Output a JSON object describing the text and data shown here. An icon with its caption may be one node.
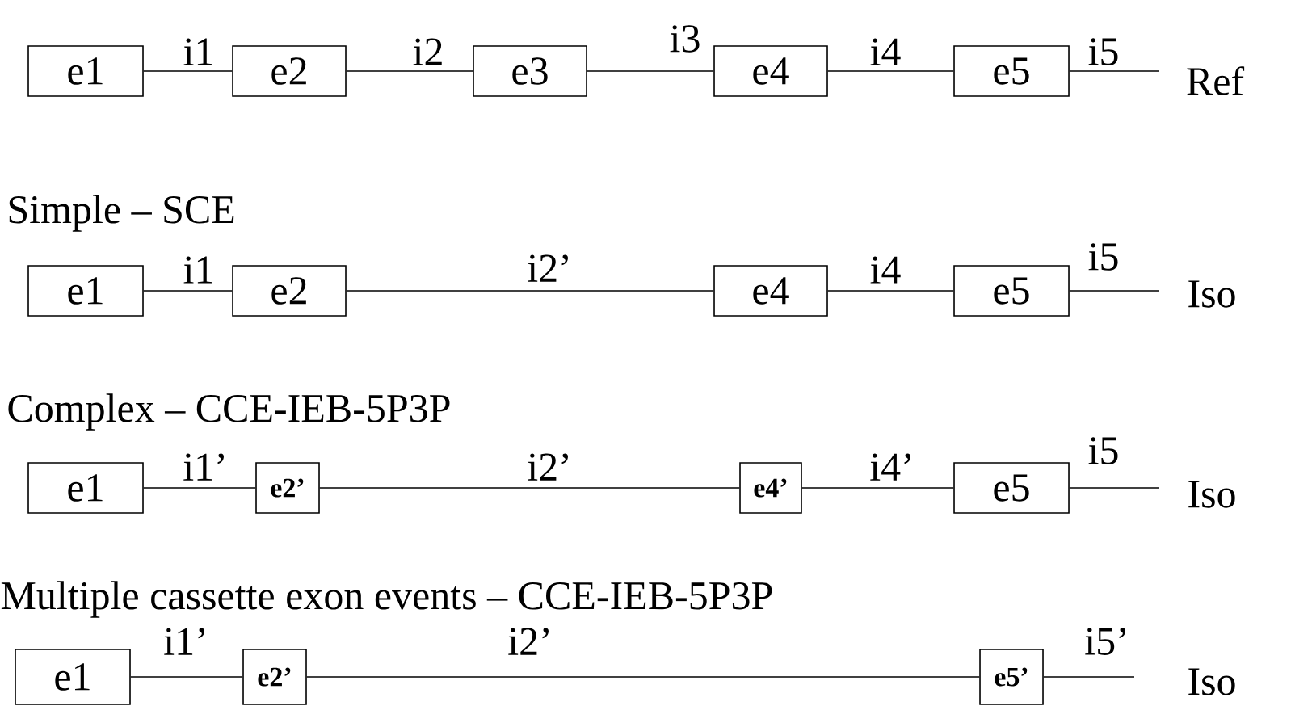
{
  "diagram": {
    "nodes": [
      {
        "text": [
          "e1"
        ]
      },
      {
        "text": [
          "e2"
        ]
      },
      {
        "text": [
          "e3"
        ]
      },
      {
        "text": [
          "e4"
        ]
      },
      {
        "text": [
          "e5"
        ]
      },
      {
        "text": [
          "e1"
        ]
      },
      {
        "text": [
          "e2"
        ]
      },
      {
        "text": [
          "e4"
        ]
      },
      {
        "text": [
          "e5"
        ]
      },
      {
        "text": [
          "e1"
        ]
      },
      {
        "text": [
          "e2’"
        ]
      },
      {
        "text": [
          "e4’"
        ]
      },
      {
        "text": [
          "e5"
        ]
      },
      {
        "text": [
          "e1"
        ]
      },
      {
        "text": [
          "e2’"
        ]
      },
      {
        "text": [
          "e5’"
        ]
      }
    ],
    "edges": [
      {
        "from": 0,
        "to": 1,
        "arrow": "none",
        "label": "i1"
      },
      {
        "from": 1,
        "to": 2,
        "arrow": "none",
        "label": "i2"
      },
      {
        "from": 2,
        "to": 3,
        "arrow": "none",
        "label": "i3"
      },
      {
        "from": 3,
        "to": 4,
        "arrow": "none",
        "label": "i4"
      },
      {
        "from": 4,
        "to": null,
        "arrow": "none",
        "label": "i5"
      },
      {
        "from": 5,
        "to": 6,
        "arrow": "none",
        "label": "i1"
      },
      {
        "from": 6,
        "to": 7,
        "arrow": "none",
        "label": "i2’"
      },
      {
        "from": 7,
        "to": 8,
        "arrow": "none",
        "label": "i4"
      },
      {
        "from": 8,
        "to": null,
        "arrow": "none",
        "label": "i5"
      },
      {
        "from": 9,
        "to": 10,
        "arrow": "none",
        "label": "i1’"
      },
      {
        "from": 10,
        "to": 11,
        "arrow": "none",
        "label": "i2’"
      },
      {
        "from": 11,
        "to": 12,
        "arrow": "none",
        "label": "i4’"
      },
      {
        "from": 12,
        "to": null,
        "arrow": "none",
        "label": "i5"
      },
      {
        "from": 13,
        "to": 14,
        "arrow": "none",
        "label": "i1’"
      },
      {
        "from": 14,
        "to": 15,
        "arrow": "none",
        "label": "i2’"
      },
      {
        "from": 15,
        "to": null,
        "arrow": "none",
        "label": "i5’"
      }
    ],
    "labels": [
      "Ref",
      "Simple – SCE",
      "Iso",
      "Complex – CCE-IEB-5P3P",
      "Iso",
      "Multiple cassette exon events – CCE-IEB-5P3P",
      "Iso"
    ]
  }
}
